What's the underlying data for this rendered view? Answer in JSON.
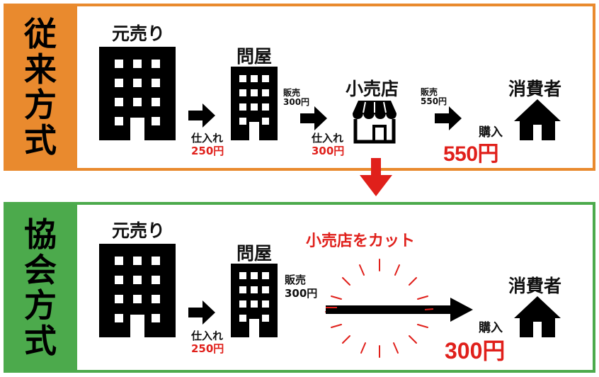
{
  "colors": {
    "traditional": "#e98a2e",
    "association": "#4caa4c",
    "accent": "#e0201b",
    "icon": "#000000"
  },
  "traditional": {
    "side_label": [
      "従",
      "来",
      "方",
      "式"
    ],
    "wholesaler_source": "元売り",
    "wholesaler": "問屋",
    "retailer": "小売店",
    "consumer": "消費者",
    "step1_label": "仕入れ",
    "step1_price": "250円",
    "step2_top_label": "販売",
    "step2_top_price": "300円",
    "step2_label": "仕入れ",
    "step2_price": "300円",
    "step3_top_label": "販売",
    "step3_top_price": "550円",
    "purchase_label": "購入",
    "purchase_price": "550円"
  },
  "association": {
    "side_label": [
      "協",
      "会",
      "方",
      "式"
    ],
    "wholesaler_source": "元売り",
    "wholesaler": "問屋",
    "consumer": "消費者",
    "cut_caption": "小売店をカット",
    "step1_label": "仕入れ",
    "step1_price": "250円",
    "sale_label": "販売",
    "sale_price": "300円",
    "purchase_label": "購入",
    "purchase_price": "300円"
  }
}
